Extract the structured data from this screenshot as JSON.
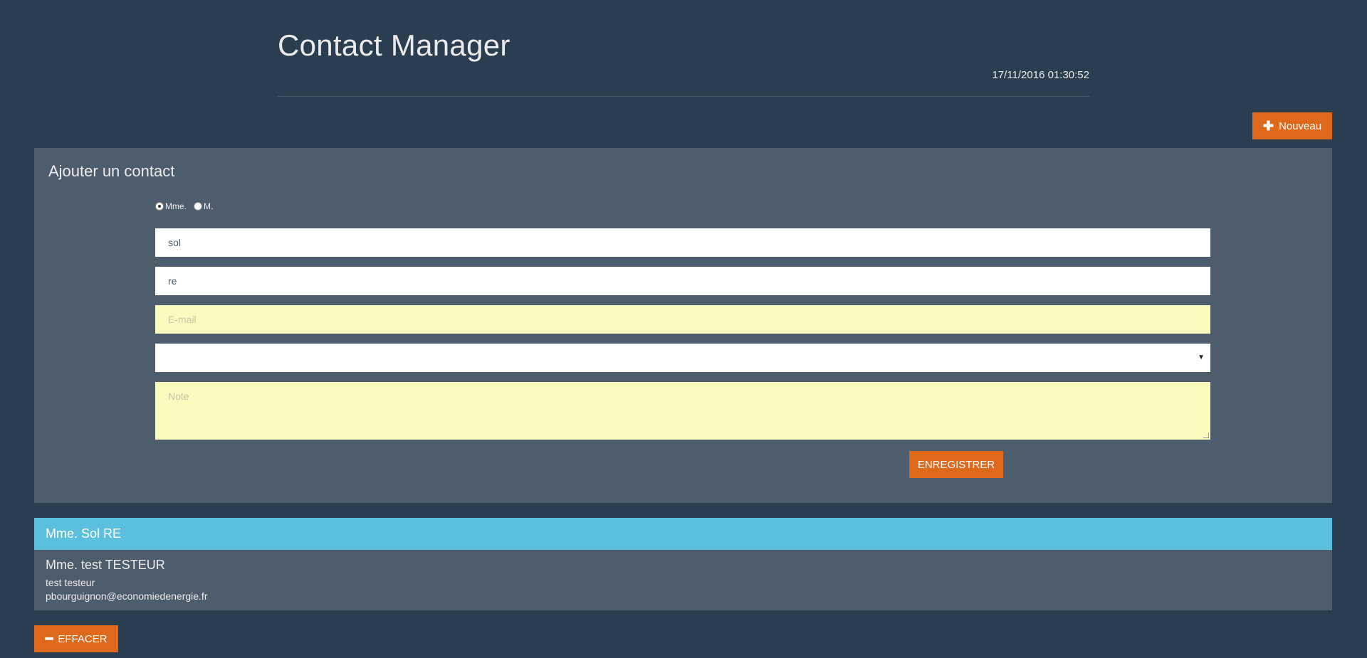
{
  "header": {
    "title": "Contact Manager",
    "clock": "17/11/2016 01:30:52"
  },
  "toolbar": {
    "new_label": "Nouveau",
    "new_icon": "plus-icon"
  },
  "form": {
    "title": "Ajouter un contact",
    "gender": {
      "options": [
        "Mme.",
        "M."
      ],
      "selected": "Mme."
    },
    "first_name": {
      "value": "sol"
    },
    "last_name": {
      "value": "re"
    },
    "email": {
      "value": "",
      "placeholder": "E-mail"
    },
    "category": {
      "value": ""
    },
    "note": {
      "value": "",
      "placeholder": "Note"
    },
    "save_label": "ENREGISTRER"
  },
  "contacts": [
    {
      "title": "Mme. Sol RE",
      "active": true
    },
    {
      "title": "Mme. test TESTEUR",
      "line1": "test testeur",
      "line2": "pbourguignon@economiedenergie.fr",
      "active": false
    }
  ],
  "footer": {
    "clear_label": "EFFACER",
    "clear_icon": "minus-icon"
  },
  "colors": {
    "background": "#2b3e50",
    "panel": "#4e5d6c",
    "accent": "#df691a",
    "active_item": "#5bc0de",
    "invalid_field": "#fafcbf"
  }
}
